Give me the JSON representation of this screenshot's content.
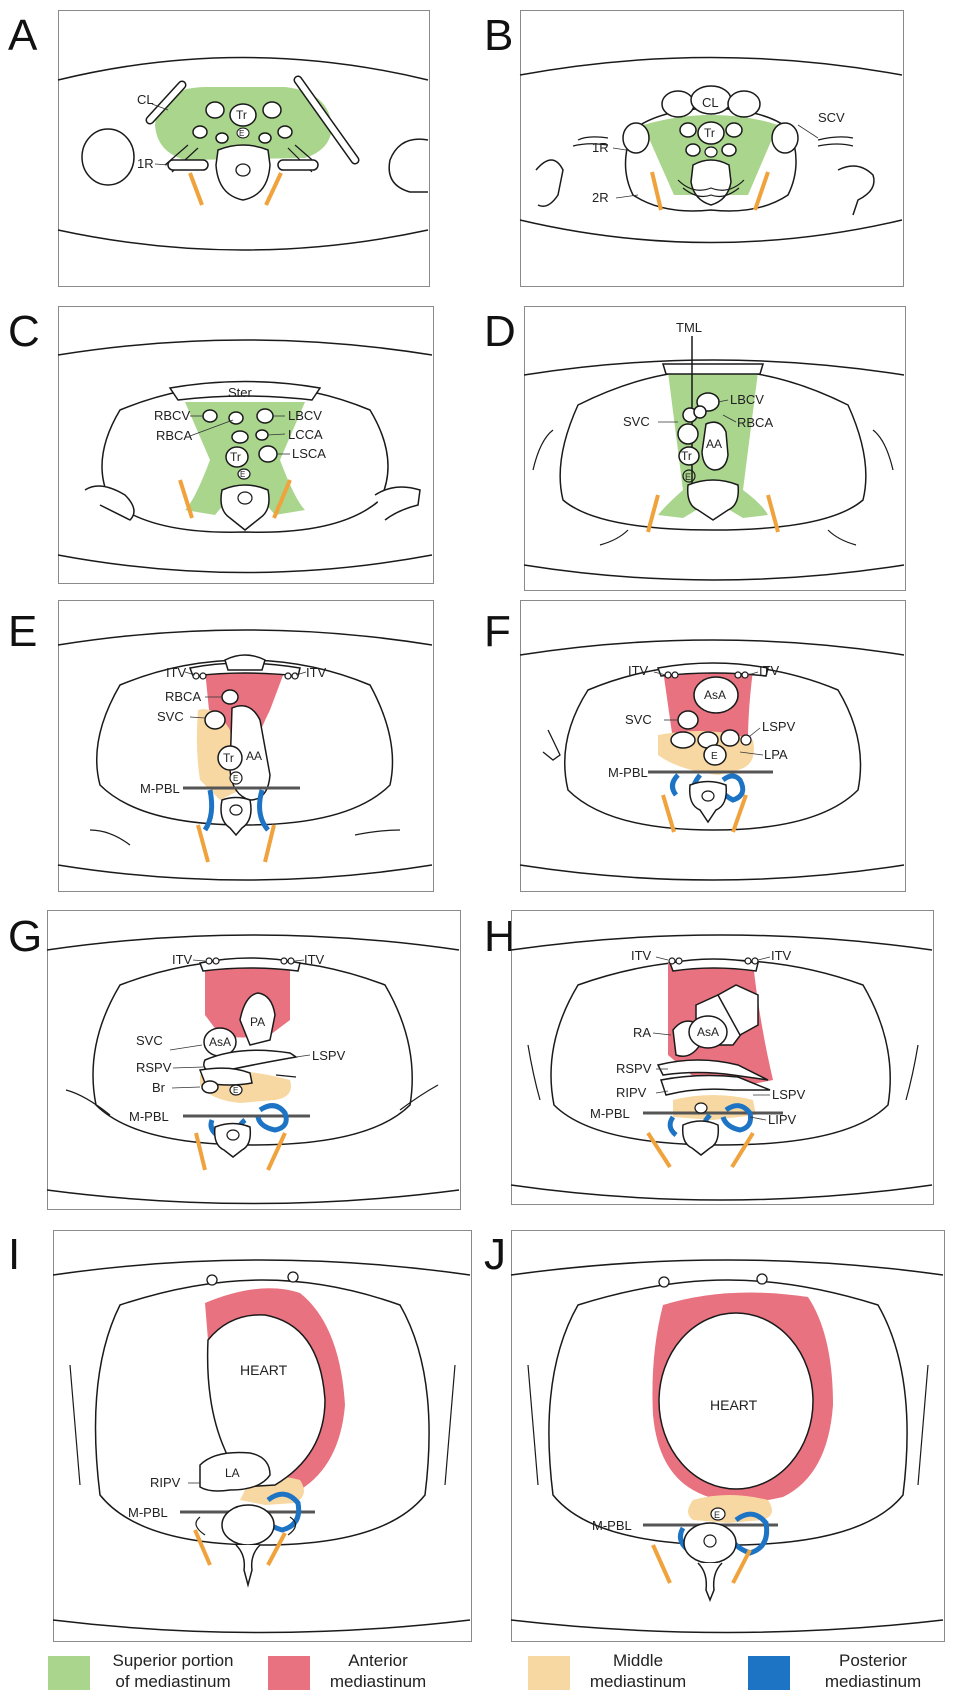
{
  "colors": {
    "superior": "#a9d58d",
    "anterior": "#e8727f",
    "middle": "#f8d8a2",
    "posterior": "#1e74c4",
    "orange": "#f0a23c",
    "outline": "#1a1a1a"
  },
  "panels": [
    {
      "letter": "A",
      "labels": {
        "cl": "CL",
        "r1": "1R",
        "tr": "Tr",
        "e": "E"
      }
    },
    {
      "letter": "B",
      "labels": {
        "cl": "CL",
        "scv": "SCV",
        "r1": "1R",
        "r2": "2R",
        "tr": "Tr"
      }
    },
    {
      "letter": "C",
      "labels": {
        "ster": "Ster",
        "rbcv": "RBCV",
        "rbca": "RBCA",
        "lbcv": "LBCV",
        "lcca": "LCCA",
        "lsca": "LSCA",
        "tr": "Tr",
        "e": "E"
      }
    },
    {
      "letter": "D",
      "labels": {
        "tml": "TML",
        "lbcv": "LBCV",
        "svc": "SVC",
        "rbca": "RBCA",
        "tr": "Tr",
        "aa": "AA",
        "e": "E"
      }
    },
    {
      "letter": "E",
      "labels": {
        "itv_l": "ITV",
        "itv_r": "ITV",
        "rbca": "RBCA",
        "svc": "SVC",
        "tr": "Tr",
        "aa": "AA",
        "e": "E",
        "mpbl": "M-PBL"
      }
    },
    {
      "letter": "F",
      "labels": {
        "itv_l": "ITV",
        "itv_r": "ITV",
        "asa": "AsA",
        "svc": "SVC",
        "lspv": "LSPV",
        "lpa": "LPA",
        "e": "E",
        "mpbl": "M-PBL"
      }
    },
    {
      "letter": "G",
      "labels": {
        "itv_l": "ITV",
        "itv_r": "ITV",
        "svc": "SVC",
        "asa": "AsA",
        "pa": "PA",
        "rspv": "RSPV",
        "lspv": "LSPV",
        "br": "Br",
        "e": "E",
        "mpbl": "M-PBL"
      }
    },
    {
      "letter": "H",
      "labels": {
        "itv_l": "ITV",
        "itv_r": "ITV",
        "ra": "RA",
        "asa": "AsA",
        "rspv": "RSPV",
        "lspv": "LSPV",
        "ripv": "RIPV",
        "lipv": "LIPV",
        "mpbl": "M-PBL"
      }
    },
    {
      "letter": "I",
      "labels": {
        "heart": "HEART",
        "la": "LA",
        "ripv": "RIPV",
        "mpbl": "M-PBL"
      }
    },
    {
      "letter": "J",
      "labels": {
        "heart": "HEART",
        "e": "E",
        "mpbl": "M-PBL"
      }
    }
  ],
  "legend": [
    {
      "key": "superior",
      "line1": "Superior portion",
      "line2": "of mediastinum"
    },
    {
      "key": "anterior",
      "line1": "Anterior",
      "line2": "mediastinum"
    },
    {
      "key": "middle",
      "line1": "Middle",
      "line2": "mediastinum"
    },
    {
      "key": "posterior",
      "line1": "Posterior",
      "line2": "mediastinum"
    }
  ]
}
